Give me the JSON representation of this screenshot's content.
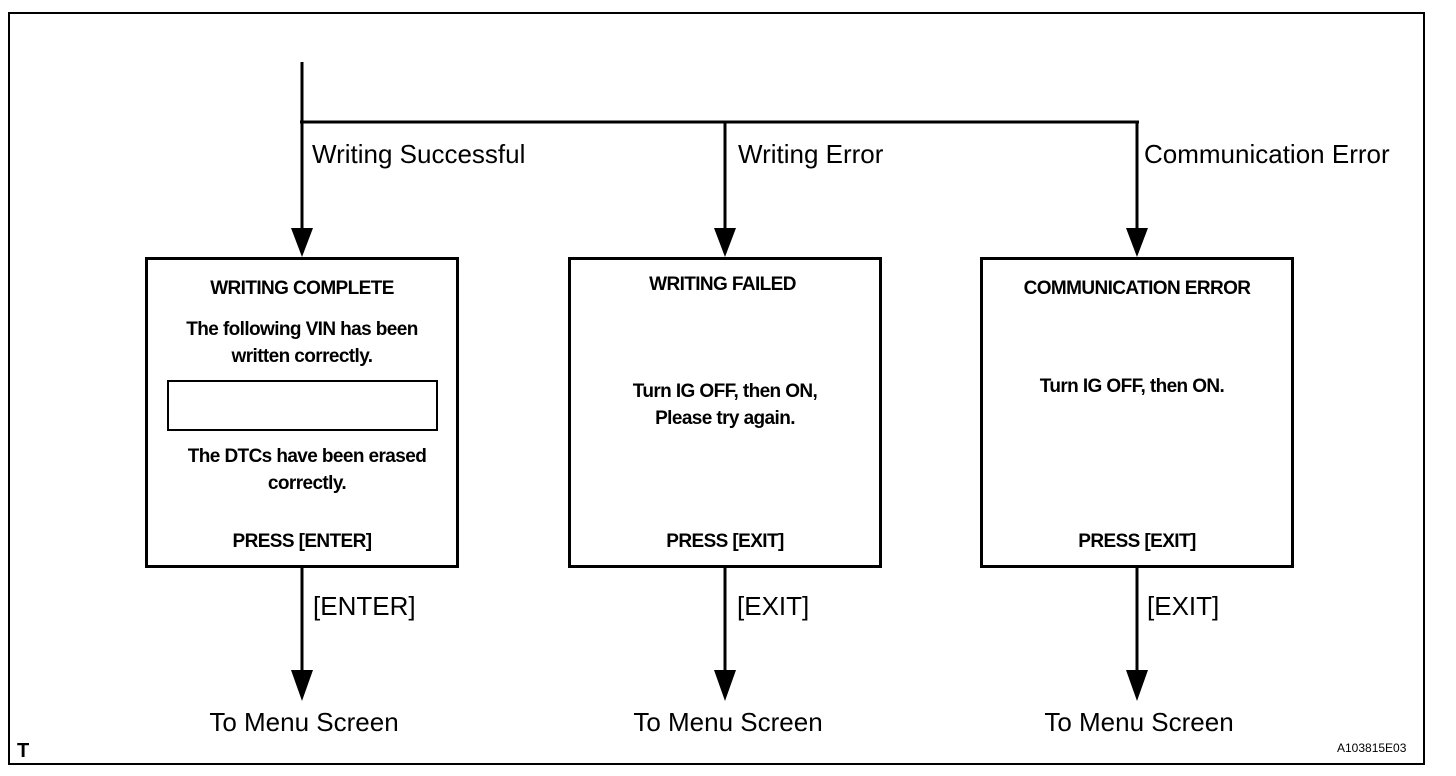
{
  "branches": {
    "success": "Writing Successful",
    "write_error": "Writing Error",
    "comm_error": "Communication Error"
  },
  "screens": {
    "complete": {
      "title": "WRITING COMPLETE",
      "message": "The following VIN has been\nwritten correctly.",
      "vin_value": "",
      "message2": "The DTCs have been erased\ncorrectly.",
      "prompt": "PRESS [ENTER]"
    },
    "failed": {
      "title": "WRITING  FAILED",
      "message": "Turn IG OFF, then ON,\nPlease try again.",
      "prompt": "PRESS [EXIT]"
    },
    "comm": {
      "title": "COMMUNICATION ERROR",
      "message": "Turn IG OFF, then ON.",
      "prompt": "PRESS [EXIT]"
    }
  },
  "keys": {
    "enter": "[ENTER]",
    "exit_1": "[EXIT]",
    "exit_2": "[EXIT]"
  },
  "destinations": {
    "d1": "To Menu Screen",
    "d2": "To Menu Screen",
    "d3": "To Menu Screen"
  },
  "corner_mark": "T",
  "figure_id": "A103815E03"
}
